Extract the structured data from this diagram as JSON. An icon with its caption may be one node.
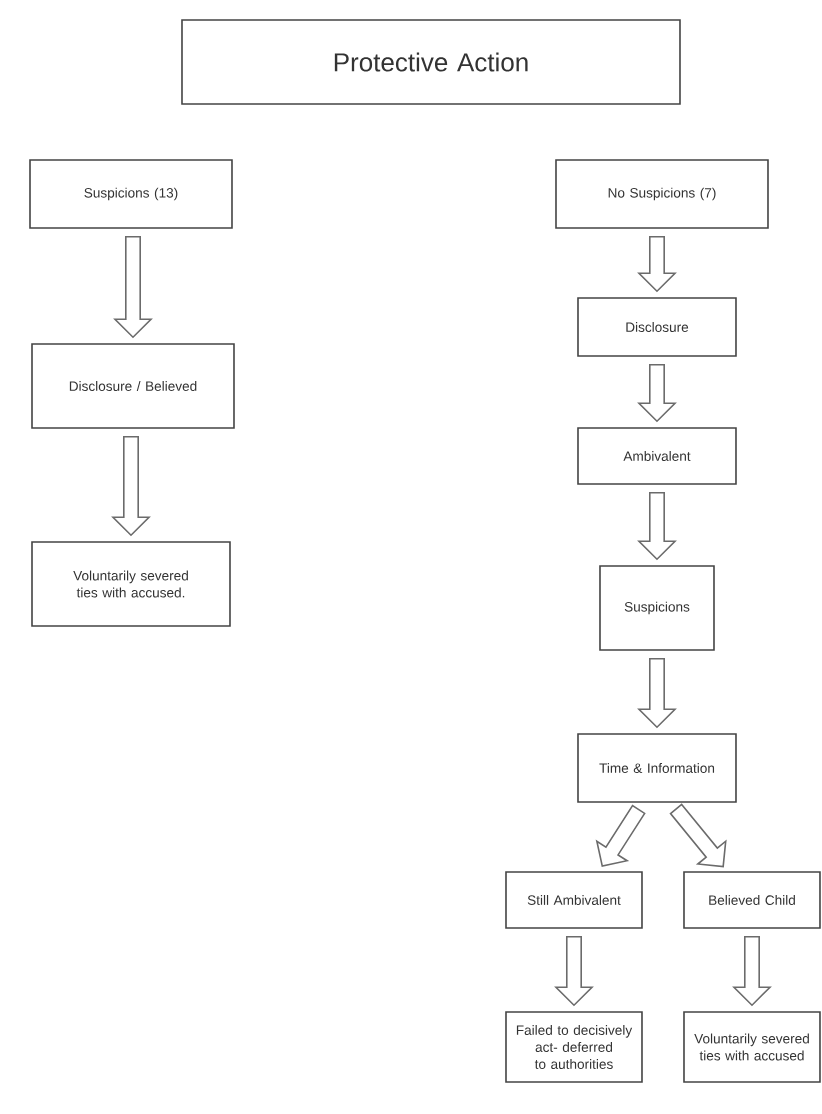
{
  "diagram": {
    "nodes": [
      {
        "text": [
          "Protective Action"
        ]
      },
      {
        "text": [
          "Suspicions (13)"
        ]
      },
      {
        "text": [
          "Disclosure / Believed"
        ]
      },
      {
        "text": [
          "Voluntarily severed ties with accused."
        ]
      },
      {
        "text": [
          "No Suspicions (7)"
        ]
      },
      {
        "text": [
          "Disclosure"
        ]
      },
      {
        "text": [
          "Ambivalent"
        ]
      },
      {
        "text": [
          "Suspicions"
        ]
      },
      {
        "text": [
          "Time & Information"
        ]
      },
      {
        "text": [
          "Still Ambivalent"
        ]
      },
      {
        "text": [
          "Believed Child"
        ]
      },
      {
        "text": [
          "Failed to decisively act- deferred to authorities"
        ]
      },
      {
        "text": [
          "Voluntarily severed ties with accused"
        ]
      }
    ],
    "edges": [
      {
        "from": 1,
        "to": 2,
        "arrow": "to"
      },
      {
        "from": 2,
        "to": 3,
        "arrow": "to"
      },
      {
        "from": 4,
        "to": 5,
        "arrow": "to"
      },
      {
        "from": 5,
        "to": 6,
        "arrow": "to"
      },
      {
        "from": 6,
        "to": 7,
        "arrow": "to"
      },
      {
        "from": 7,
        "to": 8,
        "arrow": "to"
      },
      {
        "from": 8,
        "to": 9,
        "arrow": "to"
      },
      {
        "from": 8,
        "to": 10,
        "arrow": "to"
      },
      {
        "from": 9,
        "to": 11,
        "arrow": "to"
      },
      {
        "from": 10,
        "to": 12,
        "arrow": "to"
      }
    ]
  }
}
